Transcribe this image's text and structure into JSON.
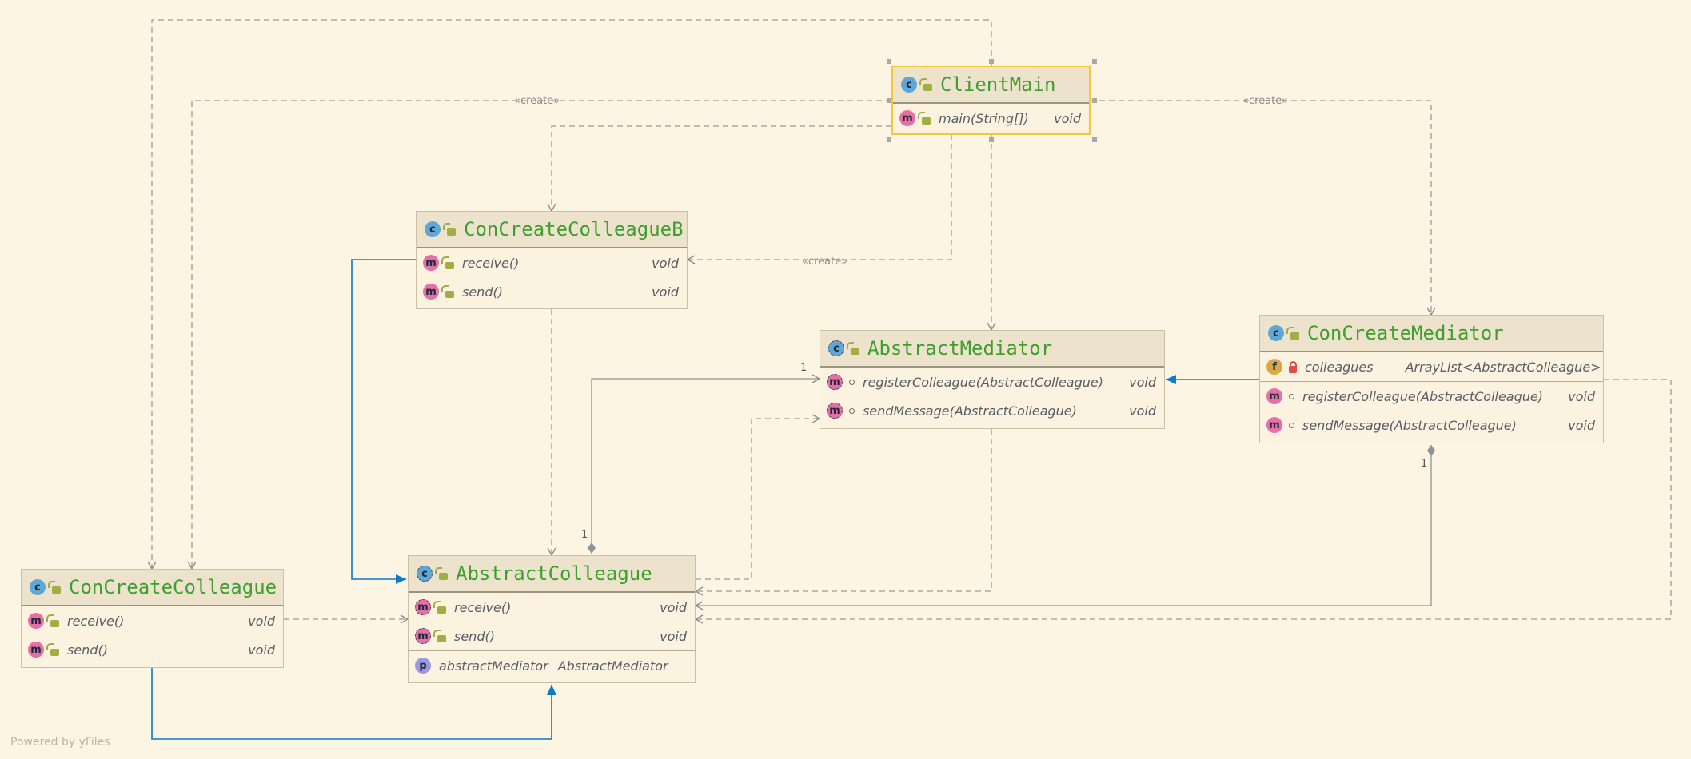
{
  "classes": {
    "client_main": {
      "name": "ClientMain",
      "members": [
        {
          "name": "main(String[])",
          "type": "void"
        }
      ]
    },
    "concrete_colleague_b": {
      "name": "ConCreateColleagueB",
      "members": [
        {
          "name": "receive()",
          "type": "void"
        },
        {
          "name": "send()",
          "type": "void"
        }
      ]
    },
    "abstract_mediator": {
      "name": "AbstractMediator",
      "members": [
        {
          "name": "registerColleague(AbstractColleague)",
          "type": "void"
        },
        {
          "name": "sendMessage(AbstractColleague)",
          "type": "void"
        }
      ]
    },
    "concrete_mediator": {
      "name": "ConCreateMediator",
      "fields": [
        {
          "name": "colleagues",
          "type": "ArrayList<AbstractColleague>"
        }
      ],
      "members": [
        {
          "name": "registerColleague(AbstractColleague)",
          "type": "void"
        },
        {
          "name": "sendMessage(AbstractColleague)",
          "type": "void"
        }
      ]
    },
    "concrete_colleague": {
      "name": "ConCreateColleague",
      "members": [
        {
          "name": "receive()",
          "type": "void"
        },
        {
          "name": "send()",
          "type": "void"
        }
      ]
    },
    "abstract_colleague": {
      "name": "AbstractColleague",
      "members": [
        {
          "name": "receive()",
          "type": "void"
        },
        {
          "name": "send()",
          "type": "void"
        }
      ],
      "properties": [
        {
          "name": "abstractMediator",
          "type": "AbstractMediator"
        }
      ]
    }
  },
  "edge_labels": {
    "create_left": "«create»",
    "create_right": "«create»",
    "create_colleague_b": "«create»"
  },
  "multiplicities": {
    "mediator_top": "1",
    "colleague_diamond": "1",
    "concrete_mediator_diamond": "1"
  },
  "icons": {
    "class": "class-icon",
    "method": "method-icon",
    "field": "field-icon",
    "property": "property-icon",
    "public": "public-lock-icon",
    "private": "private-lock-icon",
    "package": "package-visibility-icon"
  },
  "colors": {
    "background": "#fcf5e3",
    "inheritance": "#0a7bc9",
    "dependency": "#9a9a9a",
    "class_name": "#3e9f2f",
    "selection": "#f0c83a"
  },
  "footer": "Powered by yFiles"
}
